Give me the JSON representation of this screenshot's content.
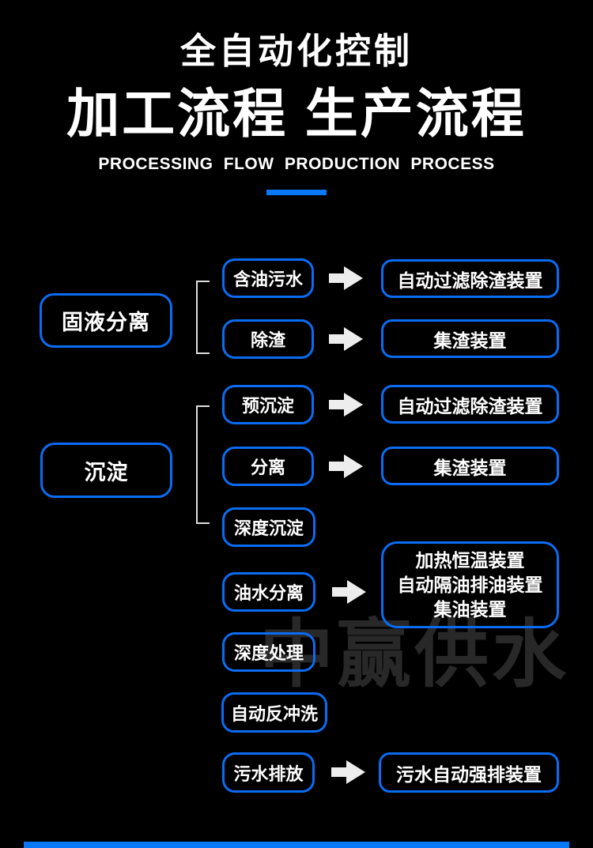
{
  "header": {
    "title_top": "全自动化控制",
    "title_main": "加工流程 生产流程",
    "subtitle": "PROCESSING FLOW PRODUCTION PROCESS"
  },
  "watermark": "中赢供水",
  "colors": {
    "accent_border": "#0a6cf2",
    "divider": "#0878f8",
    "arrow": "#ededed",
    "connector": "#dedede",
    "watermark": "#282828",
    "background": "#000000",
    "text": "#ffffff"
  },
  "diagram": {
    "groups": [
      {
        "parent": "固液分离",
        "children": [
          {
            "label": "含油污水",
            "result": "自动过滤除渣装置"
          },
          {
            "label": "除渣",
            "result": "集渣装置"
          }
        ]
      },
      {
        "parent": "沉淀",
        "children": [
          {
            "label": "预沉淀",
            "result": "自动过滤除渣装置"
          },
          {
            "label": "分离",
            "result": "集渣装置"
          },
          {
            "label": "深度沉淀",
            "result": ""
          }
        ]
      }
    ],
    "steps": [
      {
        "label": "油水分离",
        "result_lines": [
          "加热恒温装置",
          "自动隔油排油装置",
          "集油装置"
        ]
      },
      {
        "label": "深度处理"
      },
      {
        "label": "自动反冲洗"
      },
      {
        "label": "污水排放",
        "result": "污水自动强排装置"
      }
    ]
  }
}
